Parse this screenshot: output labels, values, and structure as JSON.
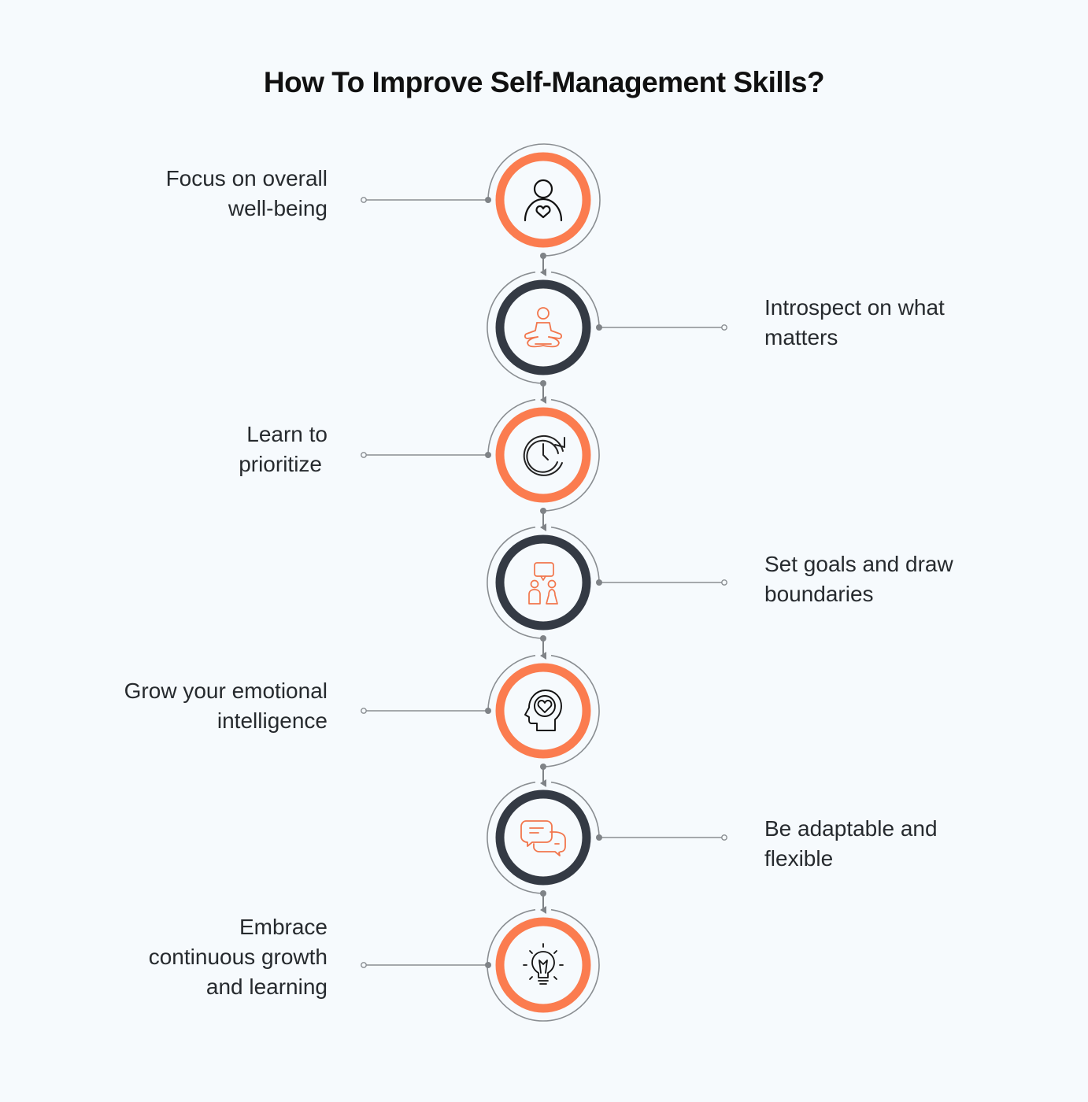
{
  "title": "How To Improve Self-Management Skills?",
  "colors": {
    "background": "#f6fafd",
    "accent_orange": "#fb7c4f",
    "dark_ring": "#343a44",
    "connector_gray": "#7f8387",
    "text": "#262a2e"
  },
  "steps": [
    {
      "index": 1,
      "side": "left",
      "ring": "orange",
      "icon": "person-heart-icon",
      "lines": [
        "Focus on overall",
        "well-being"
      ]
    },
    {
      "index": 2,
      "side": "right",
      "ring": "dark",
      "icon": "meditation-icon",
      "lines": [
        "Introspect on what",
        "matters"
      ]
    },
    {
      "index": 3,
      "side": "left",
      "ring": "orange",
      "icon": "clock-refresh-icon",
      "lines": [
        "Learn to",
        "prioritize"
      ]
    },
    {
      "index": 4,
      "side": "right",
      "ring": "dark",
      "icon": "people-conversation-icon",
      "lines": [
        "Set goals and draw",
        "boundaries"
      ]
    },
    {
      "index": 5,
      "side": "left",
      "ring": "orange",
      "icon": "head-heart-icon",
      "lines": [
        "Grow your emotional",
        "intelligence"
      ]
    },
    {
      "index": 6,
      "side": "right",
      "ring": "dark",
      "icon": "chat-bubbles-icon",
      "lines": [
        "Be adaptable and",
        "flexible"
      ]
    },
    {
      "index": 7,
      "side": "left",
      "ring": "orange",
      "icon": "lightbulb-icon",
      "lines": [
        "Embrace",
        "continuous growth",
        "and learning"
      ]
    }
  ]
}
